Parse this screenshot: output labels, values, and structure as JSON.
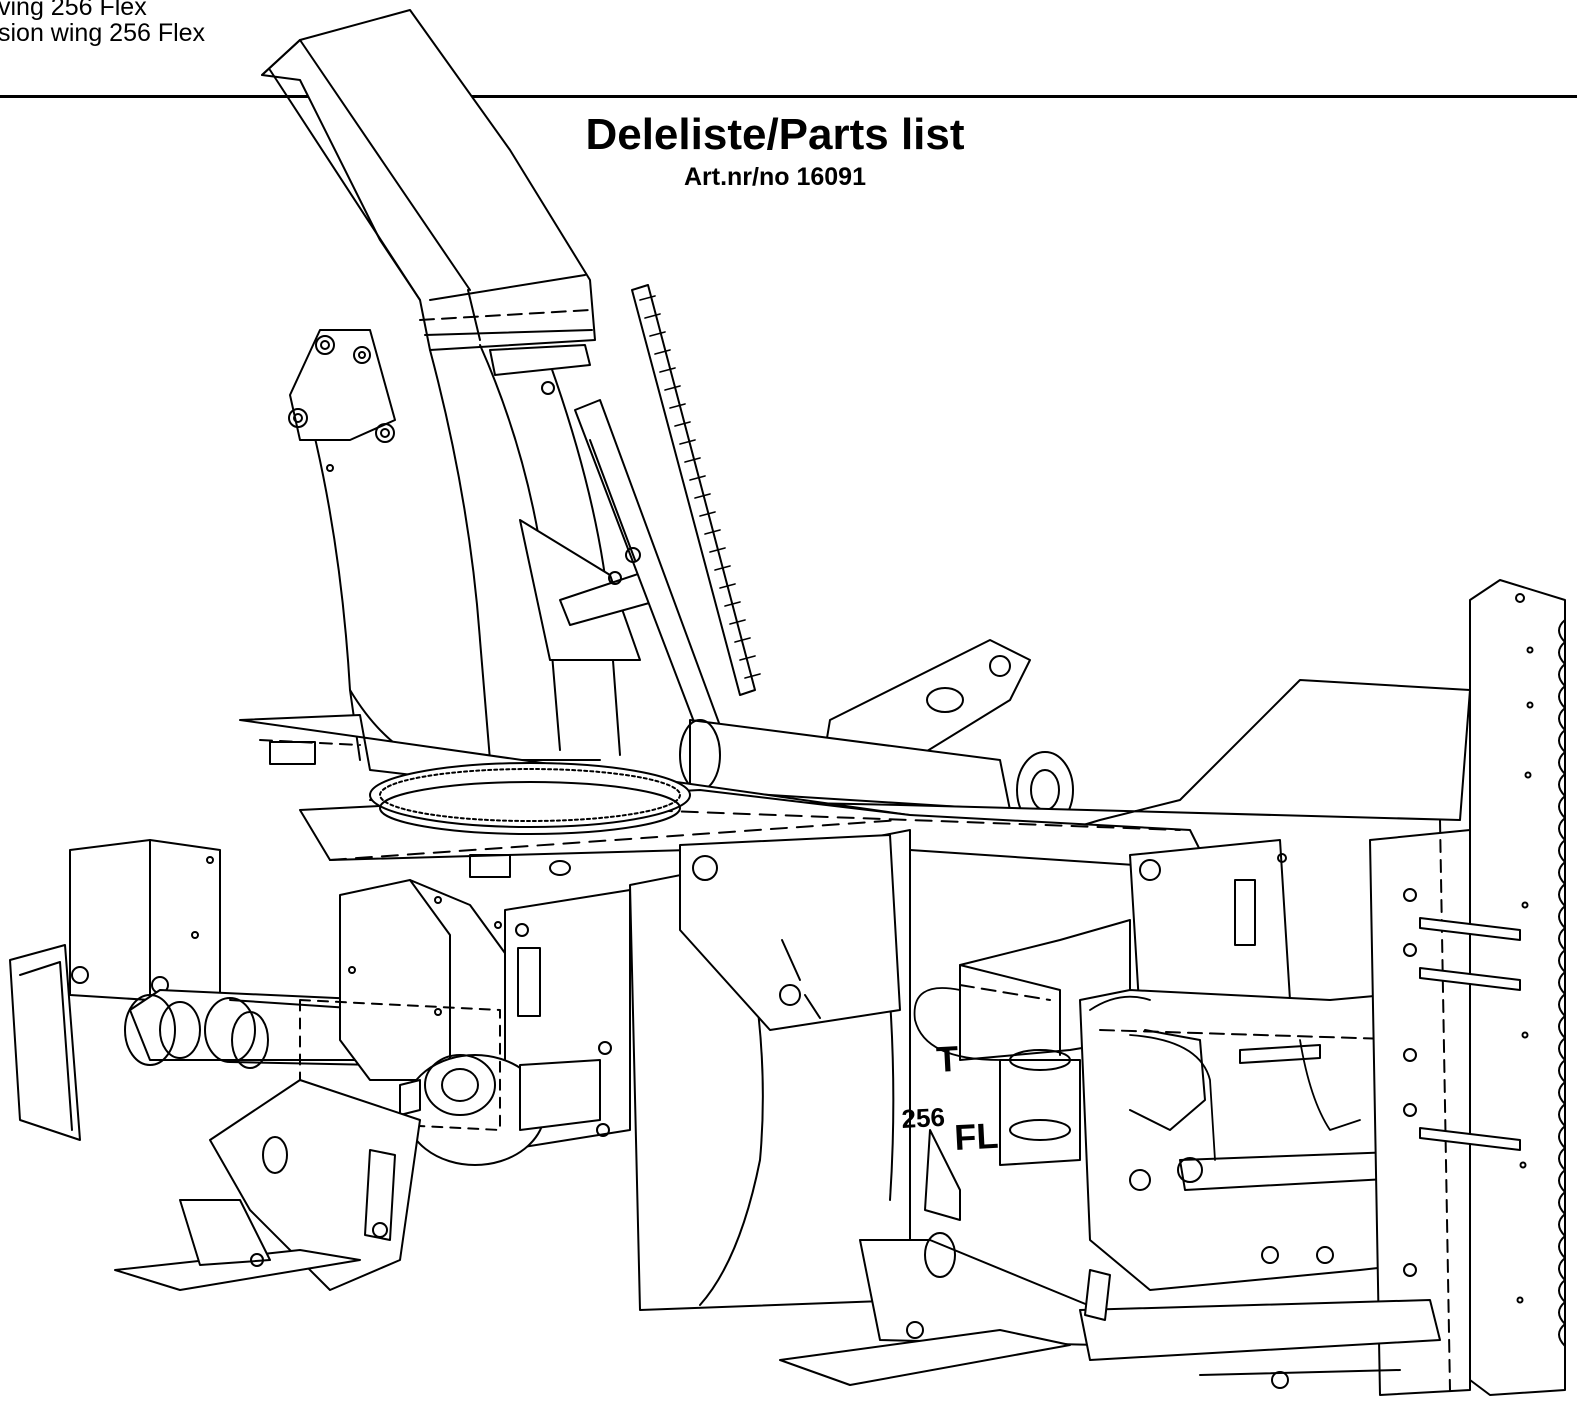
{
  "header": {
    "line1": "ving 256 Flex",
    "line2": "sion wing 256 Flex"
  },
  "title": "Deleliste/Parts list",
  "article": "Art.nr/no 16091",
  "decal": {
    "model": "256",
    "flex": "FL",
    "brand": "T"
  }
}
